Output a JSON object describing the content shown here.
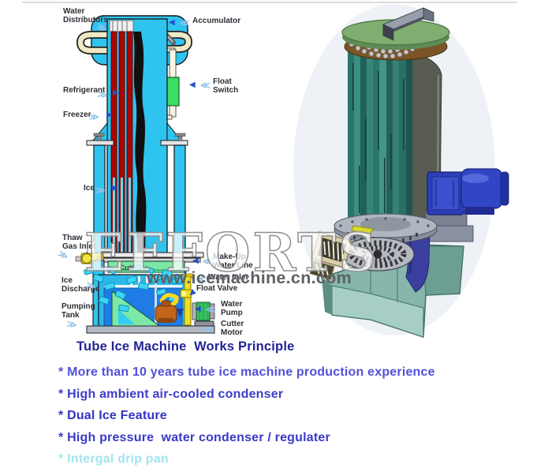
{
  "title": "Tube Ice Machine  Works Principle",
  "features": [
    {
      "text": "* More than 10 years tube ice machine production experience",
      "color": "#5151d8"
    },
    {
      "text": "* High ambient air-cooled condenser",
      "color": "#3d3dcb"
    },
    {
      "text": "* Dual Ice Feature",
      "color": "#3434c2"
    },
    {
      "text": "* High pressure  water condenser / regulater",
      "color": "#3a3ac8"
    },
    {
      "text": "* Intergal drip pan",
      "color": "#a4e4ef"
    }
  ],
  "watermark": {
    "brand": "EFFORTS",
    "url": "www.icemachine.cn.com"
  },
  "cross_section": {
    "labels": {
      "water_distributors": "Water\nDistributors",
      "accumulator": "Accumulator",
      "refrigerant": "Refrigerant",
      "float_switch": "Float\nSwitch",
      "freezer": "Freezer",
      "ice": "Ice",
      "thaw_gas_inlet": "Thaw\nGas Inlet",
      "cutter": "Cutter",
      "make_up_water_line": "Make-Up\nWater Line",
      "water_inlet": "Water Inlet",
      "float_valve": "Float Valve",
      "ice_discharge": "Ice\nDischarge",
      "pumping_tank": "Pumping\nTank",
      "water_pump": "Water\nPump",
      "cutter_motor": "Cutter\nMotor"
    }
  },
  "icons": {
    "arrow_left": "◀",
    "arrow_right": "▶",
    "arrow_down": "▼",
    "chevrons_left": "≪",
    "chevrons_right": "≫"
  },
  "colors": {
    "vessel_cyan": "#2fc3f0",
    "refrigerant_red": "#ad0400",
    "float_switch_green": "#3ade64",
    "tank_water_blue": "#1e7ce4",
    "cutter_green": "#7de8a6",
    "pump_orange": "#c2641c",
    "pipe_yellow": "#eede20",
    "render_tube_teal": "#2c7a70",
    "render_cap_green": "#7fae70",
    "render_motor_blue": "#3046c6",
    "render_base_teal": "#87b7ac",
    "title_navy": "#232394"
  }
}
